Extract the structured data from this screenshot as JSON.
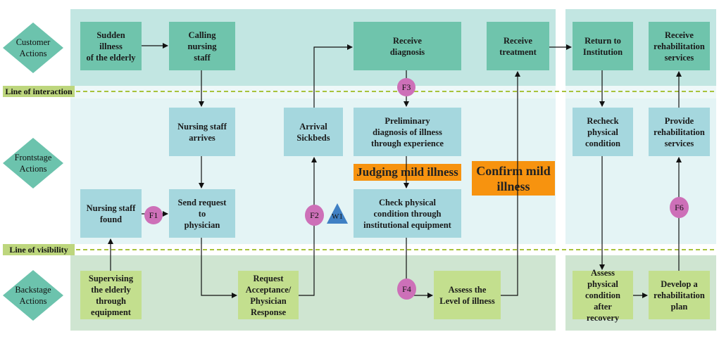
{
  "lanes": {
    "customer": "Customer\nActions",
    "frontstage": "Frontstage\nActions",
    "backstage": "Backstage\nActions"
  },
  "lines": {
    "interaction": "Line of interaction",
    "visibility": "Line of visibility"
  },
  "customer_steps": {
    "sudden_illness": "Sudden illness\nof the elderly",
    "calling_staff": "Calling nursing\nstaff",
    "receive_diagnosis": "Receive\ndiagnosis",
    "receive_treatment": "Receive\ntreatment",
    "return_institution": "Return to\nInstitution",
    "receive_rehab": "Receive\nrehabilitation\nservices"
  },
  "frontstage_steps": {
    "staff_arrives": "Nursing staff\narrives",
    "arrival_sickbeds": "Arrival\nSickbeds",
    "preliminary_diagnosis": "Preliminary\ndiagnosis of illness\nthrough experience",
    "staff_found": "Nursing staff\nfound",
    "send_request": "Send request to\nphysician",
    "check_condition": "Check physical\ncondition through\ninstitutional equipment",
    "recheck_condition": "Recheck\nphysical\ncondition",
    "provide_rehab": "Provide\nrehabilitation\nservices"
  },
  "backstage_steps": {
    "supervising": "Supervising\nthe elderly\nthrough\nequipment",
    "request_acceptance": "Request\nAcceptance/\nPhysician\nResponse",
    "assess_level": "Assess the\nLevel of illness",
    "assess_after_recovery": "Assess physical\ncondition after\nrecovery",
    "develop_plan": "Develop a\nrehabilitation\nplan"
  },
  "highlights": {
    "judging_mild": "Judging mild illness",
    "confirm_mild": "Confirm mild\nillness"
  },
  "markers": {
    "f1": "F1",
    "f2": "F2",
    "f3": "F3",
    "f4": "F4",
    "f6": "F6",
    "w1": "W1"
  },
  "colors": {
    "customer_band": "#c2e6e2",
    "frontstage_band": "#e4f4f5",
    "backstage_band": "#cfe5d1",
    "customer_box": "#6fc4ac",
    "frontstage_box": "#a5d7de",
    "backstage_box": "#c3df8e",
    "highlight": "#f7930f",
    "fail_point": "#cd70b8",
    "wait_point": "#3f80c4",
    "line_dash": "#a8c23c"
  }
}
